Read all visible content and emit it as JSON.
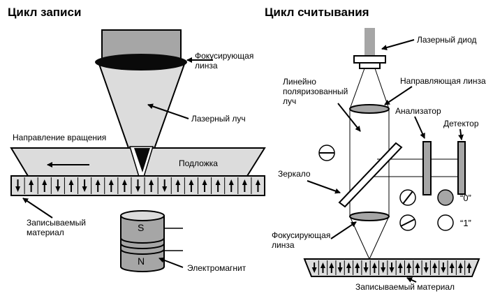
{
  "write": {
    "title": "Цикл записи",
    "labels": {
      "focusing_lens": [
        "Фокусирующая",
        "линза"
      ],
      "laser_beam": "Лазерный луч",
      "rotation_direction": "Направление вращения",
      "substrate": "Подложка",
      "recording_material": [
        "Записываемый",
        "материал"
      ],
      "electromagnet": "Электромагнит",
      "pole_s": "S",
      "pole_n": "N"
    },
    "magnet_arrows": [
      "down",
      "up",
      "up",
      "down",
      "up",
      "down",
      "up",
      "up",
      "up",
      "down",
      "up",
      "down",
      "up",
      "up",
      "up",
      "up",
      "up",
      "up",
      "up"
    ]
  },
  "read": {
    "title": "Цикл считывания",
    "labels": {
      "laser_diode": "Лазерный диод",
      "linear_polarized": [
        "Линейно",
        "поляризованный",
        "луч"
      ],
      "guiding_lens": "Направляющая линза",
      "analyzer": "Анализатор",
      "detector": "Детектор",
      "mirror": "Зеркало",
      "focusing_lens": [
        "Фокусирующая",
        "линза"
      ],
      "recording_material": "Записываемый материал",
      "state_0": "“0”",
      "state_1": "“1”"
    },
    "magnet_arrows": [
      "down",
      "up",
      "up",
      "down",
      "up",
      "up",
      "down",
      "up",
      "down",
      "down",
      "up",
      "up",
      "up",
      "down",
      "up",
      "down",
      "up",
      "up",
      "up"
    ]
  },
  "colors": {
    "stroke": "#000000",
    "light_fill": "#dcdcdc",
    "mid_fill": "#a6a6a6",
    "dark_fill": "#555555",
    "lens_fill": "#0a0a0a"
  }
}
